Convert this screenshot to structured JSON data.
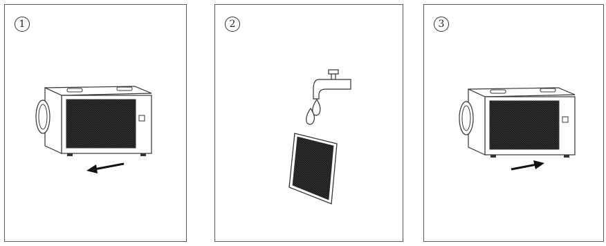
{
  "figure": {
    "panels": [
      {
        "step_label": "1",
        "action": "slide-filter-out-left",
        "icons": [
          "dehumidifier-unit-icon",
          "arrow-left-icon"
        ]
      },
      {
        "step_label": "2",
        "action": "rinse-filter-under-tap",
        "icons": [
          "water-tap-icon",
          "water-drop-icon",
          "filter-panel-icon"
        ]
      },
      {
        "step_label": "3",
        "action": "slide-filter-in-right",
        "icons": [
          "dehumidifier-unit-icon",
          "arrow-right-icon"
        ]
      }
    ],
    "colors": {
      "line": "#333333",
      "filter_mesh": "#1a1a1a",
      "border": "#5a5a5a"
    }
  }
}
